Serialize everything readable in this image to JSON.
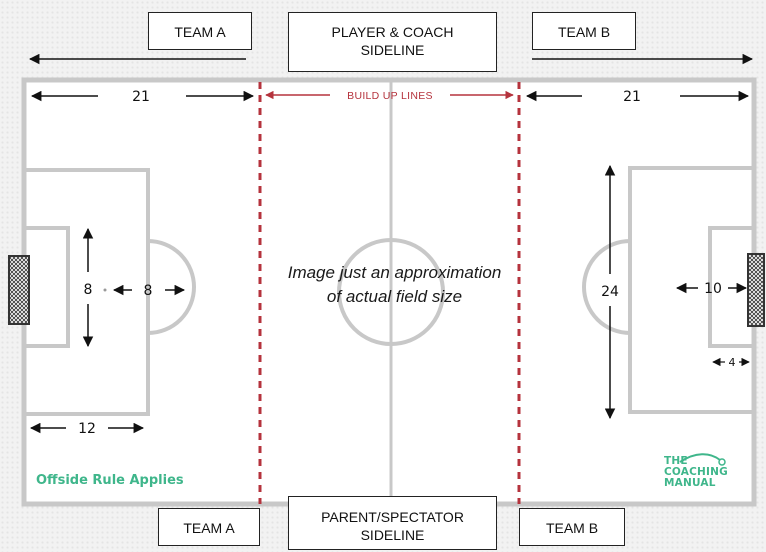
{
  "labels": {
    "team_a_top": "TEAM A",
    "team_b_top": "TEAM B",
    "player_coach_line1": "PLAYER & COACH",
    "player_coach_line2": "SIDELINE",
    "team_a_bottom": "TEAM A",
    "team_b_bottom": "TEAM B",
    "parent_line1": "PARENT/SPECTATOR",
    "parent_line2": "SIDELINE",
    "build_up": "BUILD UP LINES",
    "note_line1": "Image just an approximation",
    "note_line2": "of actual field size",
    "offside": "Offside Rule Applies",
    "logo_line1": "THE",
    "logo_line2": "COACHING",
    "logo_line3": "MANUAL"
  },
  "measurements": {
    "left_build_distance": "21",
    "right_build_distance": "21",
    "goal_box_height": "8",
    "goal_box_depth": "8",
    "penalty_width": "12",
    "penalty_area_height": "24",
    "goal_area_depth": "10",
    "goal_width": "4"
  },
  "colors": {
    "field": "#ffffff",
    "line": "#c8c8c8",
    "build_up": "#b5333d",
    "accent": "#3fb68b",
    "arrow": "#111111"
  }
}
